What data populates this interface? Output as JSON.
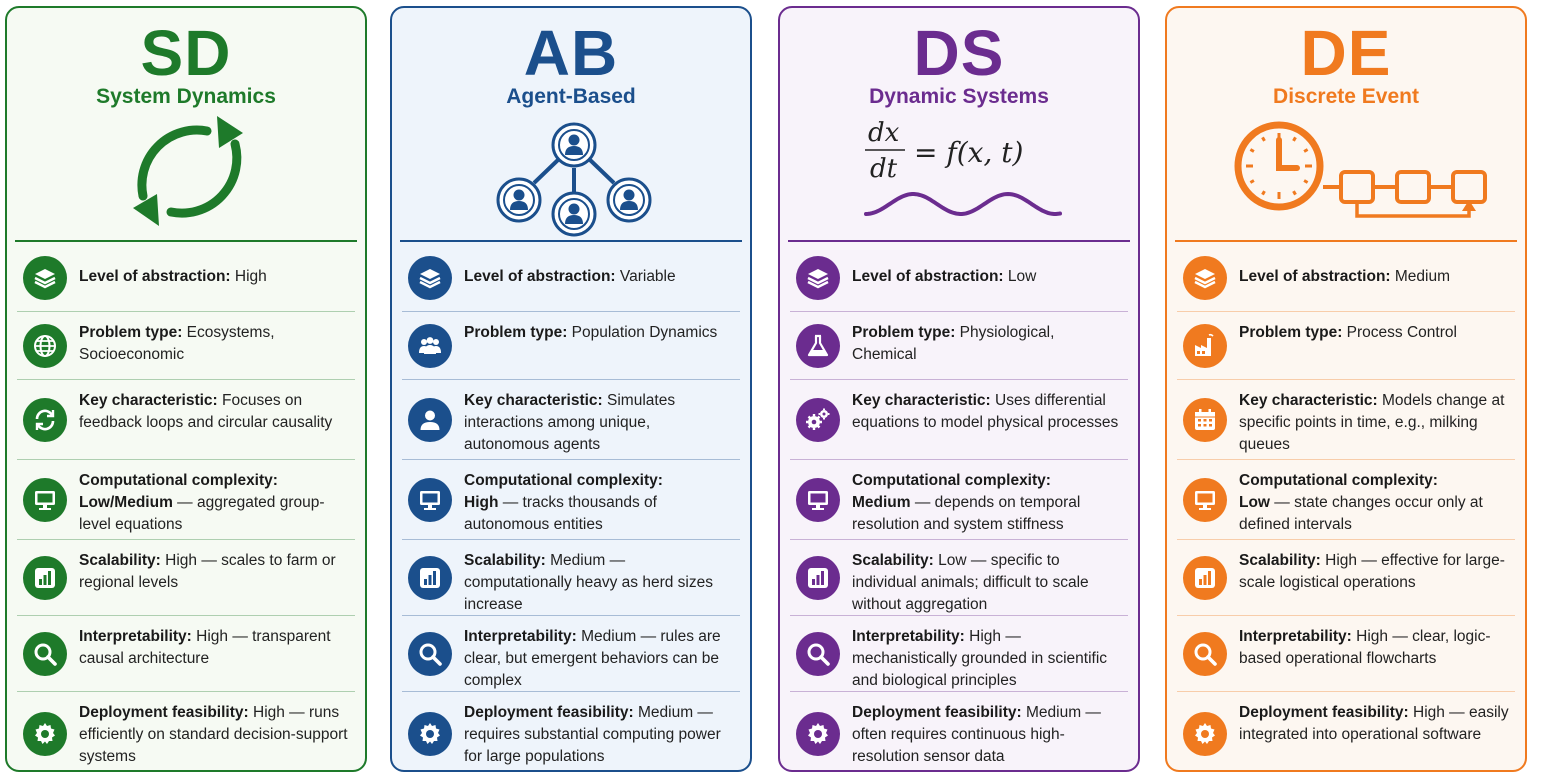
{
  "colors": {
    "sd": "#1e7a2a",
    "sd_bg": "#f6faf3",
    "ab": "#1b4f8c",
    "ab_bg": "#eef4fb",
    "ds": "#6b2c8f",
    "ds_bg": "#f8f3fa",
    "de": "#f07a1f",
    "de_bg": "#fdf7f1"
  },
  "equation": {
    "num": "dx",
    "den": "dt",
    "rhs": "= f(x, t)"
  },
  "cards": [
    {
      "id": "sd",
      "abbr": "SD",
      "subtitle": "System Dynamics",
      "rows": [
        {
          "icon": "layers-icon",
          "label": "Level of abstraction:",
          "text": " High"
        },
        {
          "icon": "globe-icon",
          "label": "Problem type:",
          "text": " Ecosystems, Socioeconomic"
        },
        {
          "icon": "refresh-icon",
          "label": "Key characteristic:",
          "text": " Focuses on feedback loops and circular causality"
        },
        {
          "icon": "monitor-icon",
          "label": "Computational complexity:",
          "bold": "Low/Medium",
          "text": " — aggregated group-level equations"
        },
        {
          "icon": "bar-chart-icon",
          "label": "Scalability:",
          "text": " High — scales to farm or regional levels"
        },
        {
          "icon": "magnifier-icon",
          "label": "Interpretability:",
          "text": " High — transparent causal architecture"
        },
        {
          "icon": "gear-icon",
          "label": "Deployment feasibility:",
          "text": " High — runs efficiently on standard decision-support systems"
        }
      ]
    },
    {
      "id": "ab",
      "abbr": "AB",
      "subtitle": "Agent-Based",
      "rows": [
        {
          "icon": "layers-icon",
          "label": "Level of abstraction:",
          "text": " Variable"
        },
        {
          "icon": "group-icon",
          "label": "Problem type:",
          "text": " Population Dynamics"
        },
        {
          "icon": "person-icon",
          "label": "Key characteristic:",
          "text": " Simulates interactions among unique, autonomous agents"
        },
        {
          "icon": "monitor-icon",
          "label": "Computational complexity:",
          "bold": "High",
          "text": " — tracks thousands of autonomous entities"
        },
        {
          "icon": "bar-chart-icon",
          "label": "Scalability:",
          "text": " Medium — computationally heavy as herd sizes increase"
        },
        {
          "icon": "magnifier-icon",
          "label": "Interpretability:",
          "text": " Medium — rules are clear, but emergent behaviors can be complex"
        },
        {
          "icon": "gear-icon",
          "label": "Deployment feasibility:",
          "text": " Medium — requires substantial computing power for large populations"
        }
      ]
    },
    {
      "id": "ds",
      "abbr": "DS",
      "subtitle": "Dynamic Systems",
      "rows": [
        {
          "icon": "layers-icon",
          "label": "Level of abstraction:",
          "text": " Low"
        },
        {
          "icon": "flask-icon",
          "label": "Problem type:",
          "text": " Physiological, Chemical"
        },
        {
          "icon": "gears-icon",
          "label": "Key characteristic:",
          "text": " Uses differential equations to model physical processes"
        },
        {
          "icon": "monitor-icon",
          "label": "Computational complexity:",
          "bold": "Medium",
          "text": " — depends on temporal resolution and system stiffness"
        },
        {
          "icon": "bar-chart-icon",
          "label": "Scalability:",
          "text": " Low — specific to individual animals; difficult to scale without aggregation"
        },
        {
          "icon": "magnifier-icon",
          "label": "Interpretability:",
          "text": " High — mechanistically grounded in scientific and biological principles"
        },
        {
          "icon": "gear-icon",
          "label": "Deployment feasibility:",
          "text": " Medium — often requires continuous high-resolution sensor data"
        }
      ]
    },
    {
      "id": "de",
      "abbr": "DE",
      "subtitle": "Discrete Event",
      "rows": [
        {
          "icon": "layers-icon",
          "label": "Level of abstraction:",
          "text": " Medium"
        },
        {
          "icon": "factory-icon",
          "label": "Problem type:",
          "text": " Process Control"
        },
        {
          "icon": "calendar-icon",
          "label": "Key characteristic:",
          "text": " Models change at specific points in time, e.g., milking queues"
        },
        {
          "icon": "monitor-icon",
          "label": "Computational complexity:",
          "bold": "Low",
          "text": " — state changes occur only at defined intervals"
        },
        {
          "icon": "bar-chart-icon",
          "label": "Scalability:",
          "text": " High — effective for large-scale logistical operations"
        },
        {
          "icon": "magnifier-icon",
          "label": "Interpretability:",
          "text": " High — clear, logic-based operational flowcharts"
        },
        {
          "icon": "gear-icon",
          "label": "Deployment feasibility:",
          "text": " High — easily integrated into operational software"
        }
      ]
    }
  ]
}
